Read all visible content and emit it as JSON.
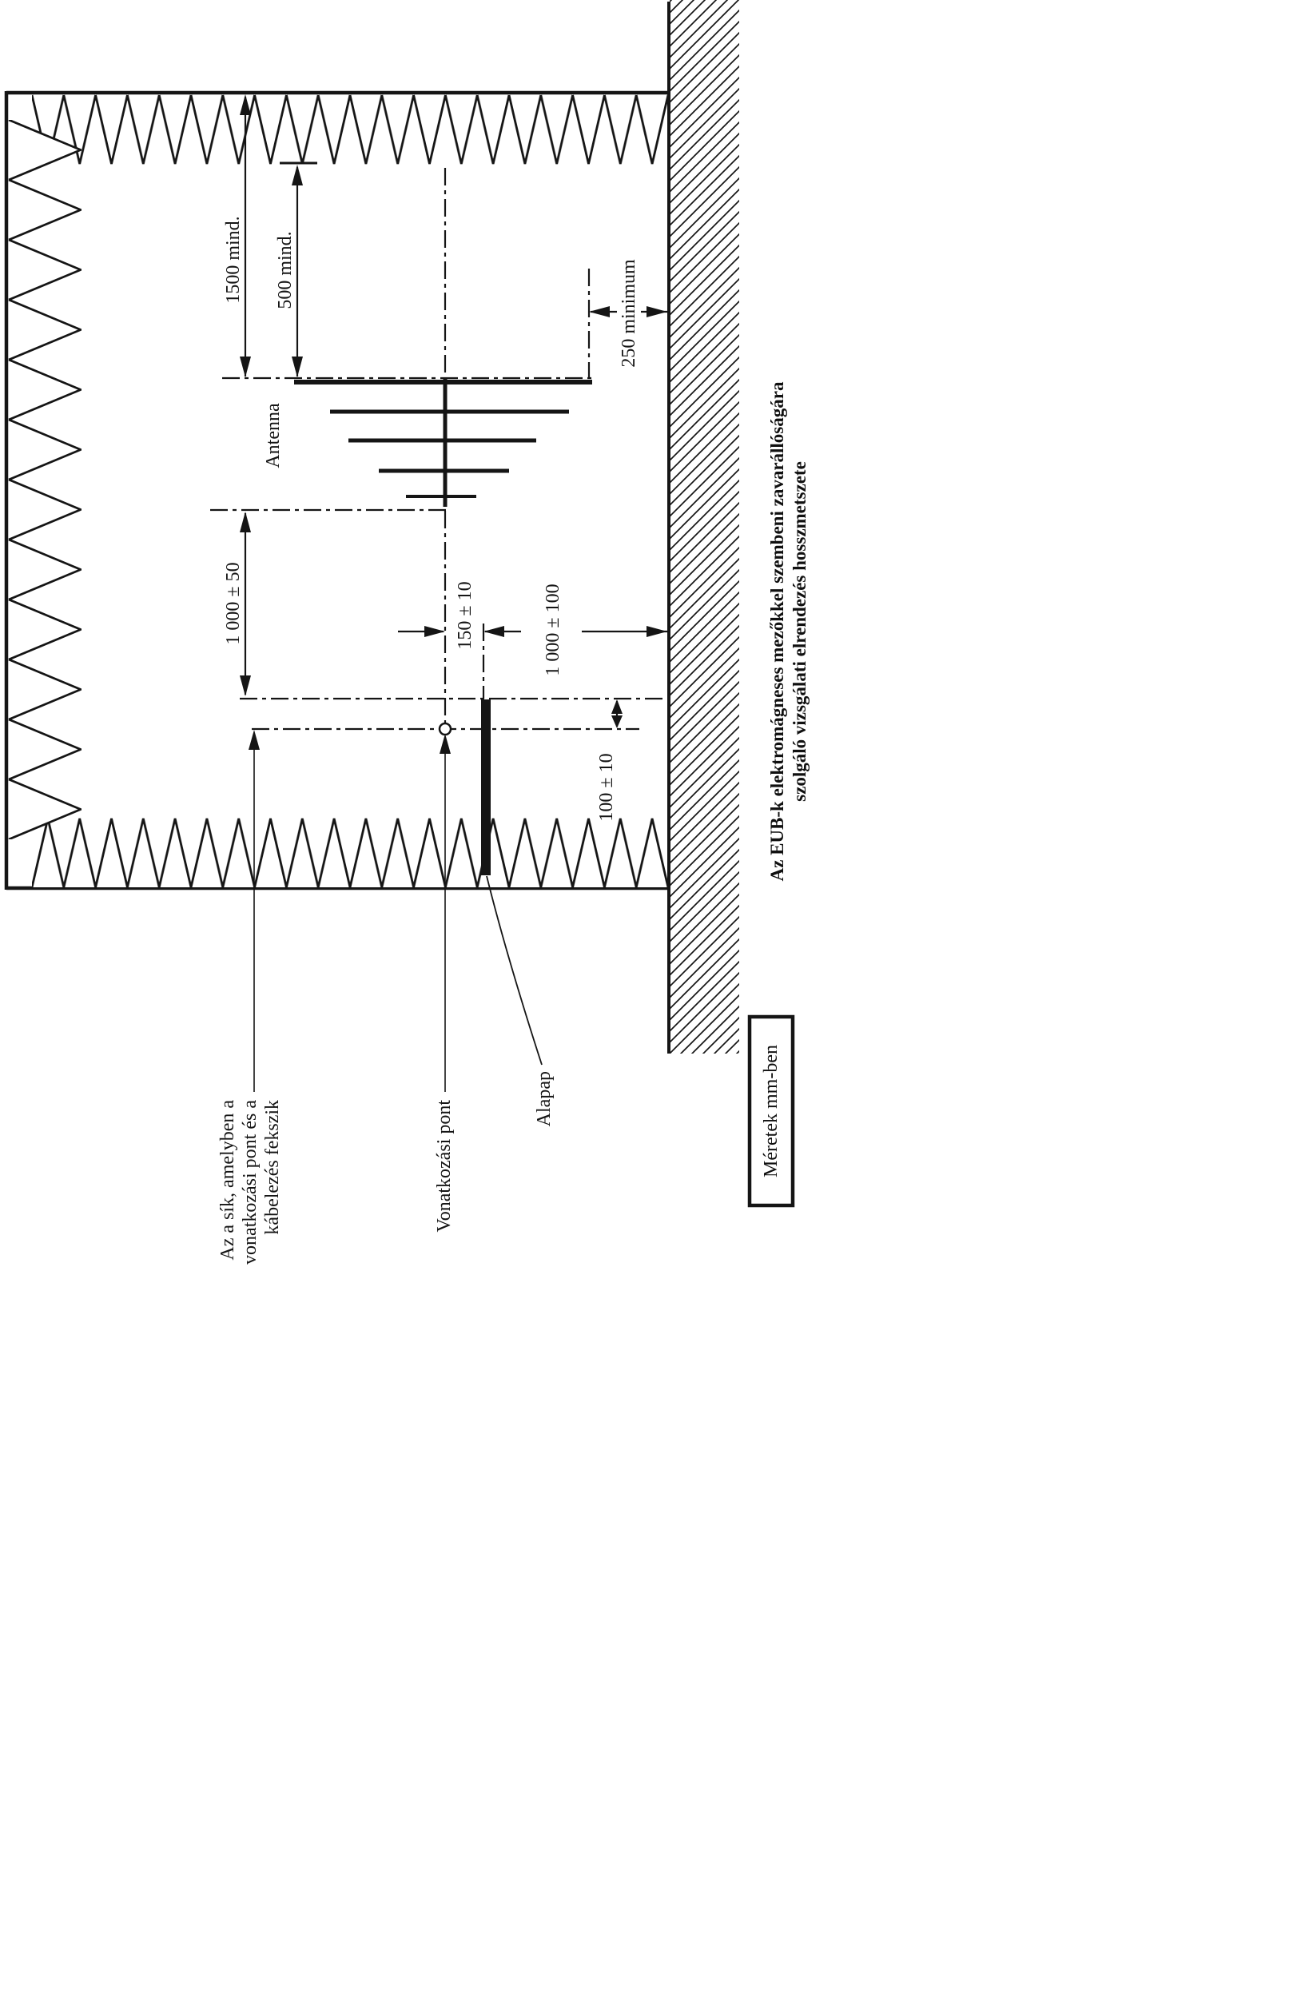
{
  "drawing": {
    "antenna_label": "Antenna",
    "plane_label_lines": [
      "Az a sík, amelyben a",
      "vonatkozási pont és a",
      "kábelezés fekszik"
    ],
    "reference_point_label": "Vonatkozási pont",
    "base_plate_label": "Alapap"
  },
  "dimensions": {
    "d1500": "1500 mind.",
    "d500": "500 mind.",
    "d250": "250 minimum",
    "d1000_50": "1 000 ± 50",
    "d150_10": "150 ± 10",
    "d1000_100": "1 000 ± 100",
    "d100_10": "100 ± 10"
  },
  "caption": {
    "lines": [
      "Az EUB-k elektromágneses mezőkkel szembeni zavarállóságára",
      "szolgáló vizsgálati elrendezés hosszmetszete"
    ]
  },
  "units_note": "Méretek mm-ben",
  "colors": {
    "ink": "#151515",
    "paper": "#ffffff"
  }
}
